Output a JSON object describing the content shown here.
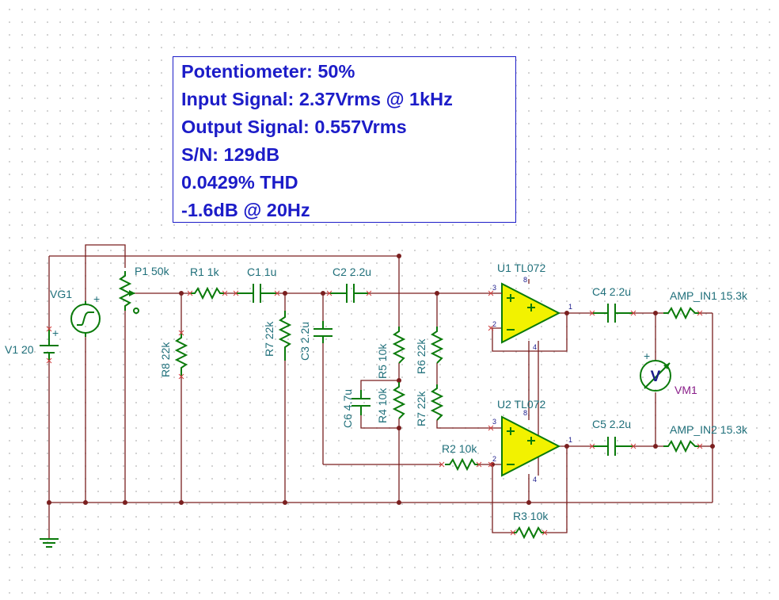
{
  "info": {
    "lines": [
      "Potentiometer: 50%",
      "Input Signal: 2.37Vrms @ 1kHz",
      "Output Signal: 0.557Vrms",
      "S/N: 129dB",
      "0.0429% THD",
      "-1.6dB @ 20Hz"
    ]
  },
  "components": {
    "p1": "P1 50k",
    "r1": "R1 1k",
    "c1": "C1 1u",
    "c2": "C2 2.2u",
    "u1": "U1 TL072",
    "c4": "C4 2.2u",
    "amp_in1": "AMP_IN1 15.3k",
    "vg1": "VG1",
    "v1": "V1 20",
    "r8": "R8 22k",
    "r7a": "R7 22k",
    "c3": "C3 2.2u",
    "r5": "R5 10k",
    "r6": "R6 22k",
    "r4": "R4 10k",
    "r7b": "R7 22k",
    "c6": "C6 4.7u",
    "vm1": "VM1",
    "u2": "U2 TL072",
    "c5": "C5 2.2u",
    "amp_in2": "AMP_IN2 15.3k",
    "r2": "R2 10k",
    "r3": "R3 10k"
  },
  "symbols": {
    "voltmeter": "V",
    "plus": "+",
    "minus": "−",
    "pin1": "1",
    "pin2": "2",
    "pin3": "3",
    "pin4": "4",
    "pin8": "8"
  },
  "colors": {
    "wire": "#7a1f1f",
    "component": "#0a7a0a",
    "opamp_fill": "#f2f200",
    "label": "#1f6f7a",
    "info_text": "#1c1cc8",
    "meter_label": "#8a1f8a"
  }
}
